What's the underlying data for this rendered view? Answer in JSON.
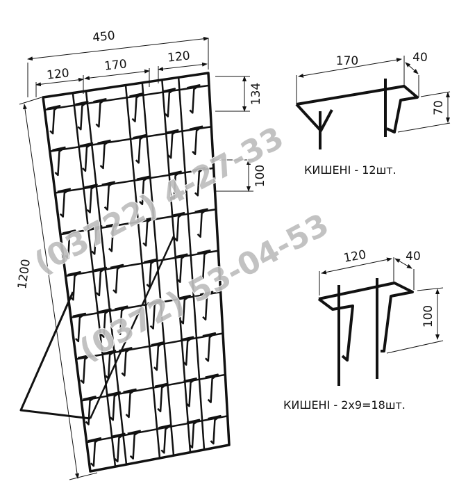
{
  "rack": {
    "width_total": "450",
    "width_left": "120",
    "width_center": "170",
    "width_right": "120",
    "height_total": "1200",
    "pocket_pitch": "134",
    "pocket_spacing": "100"
  },
  "pocket_large": {
    "width": "170",
    "depth": "40",
    "height": "70",
    "caption": "КИШЕНІ - 12шт."
  },
  "pocket_small": {
    "width": "120",
    "depth": "40",
    "height": "100",
    "caption": "КИШЕНІ - 2х9=18шт."
  },
  "watermark": {
    "phone_1": "(03722) 4-27-33",
    "phone_2": "(0372) 53-04-53"
  }
}
